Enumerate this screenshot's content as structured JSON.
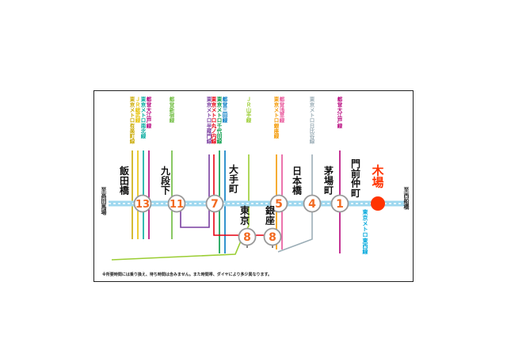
{
  "colors": {
    "tozai": "#9fd8ef",
    "minute_badge": "#f26a21",
    "target_station": "#ff3300",
    "yurakucho": "#c8a800",
    "jr_sobu": "#e6c000",
    "namboku": "#00a99d",
    "oedo": "#b6007a",
    "shinjuku": "#6cbb3c",
    "hanzomon": "#7a3fa0",
    "chiyoda": "#009944",
    "marunouchi": "#e60012",
    "mita": "#0079c2",
    "jr_yamanote": "#9acd32",
    "ginza": "#f39700",
    "asakusa": "#e85298",
    "hibiya": "#9caeb7",
    "tozai_label": "#00a7db"
  },
  "direction_left": "至高田馬場",
  "direction_right": "至西船橋",
  "target": {
    "name": "木場",
    "line_label": "東京メトロ東西線"
  },
  "stations": [
    {
      "name": "飯田橋",
      "minutes": "13"
    },
    {
      "name": "九段下",
      "minutes": "11"
    },
    {
      "name": "大手町",
      "minutes": "7"
    },
    {
      "name": "日本橋",
      "minutes": "5"
    },
    {
      "name": "茅場町",
      "minutes": "4"
    },
    {
      "name": "門前仲町",
      "minutes": "1"
    },
    {
      "name": "東京",
      "minutes": "8"
    },
    {
      "name": "銀座",
      "minutes": "8"
    }
  ],
  "lines": {
    "iidabashi": [
      "東京メトロ有楽町線",
      "ＪＲ総武線",
      "東京メトロ南北線",
      "都営大江戸線"
    ],
    "kudanshita": [
      "都営新宿線"
    ],
    "otemachi": [
      "東京メトロ半蔵門線",
      "東京メトロ丸ノ内線",
      "東京メトロ千代田線",
      "都営三田線"
    ],
    "tokyo": [
      "ＪＲ山手線"
    ],
    "nihombashi": [
      "東京メトロ銀座線",
      "都営浅草線"
    ],
    "kayabacho": [
      "東京メトロ日比谷線"
    ],
    "monzen": [
      "都営大江戸線"
    ]
  },
  "footnote": "※所要時間には乗り換え、待ち時間は含みません。また時間帯、ダイヤにより多少異なります。"
}
